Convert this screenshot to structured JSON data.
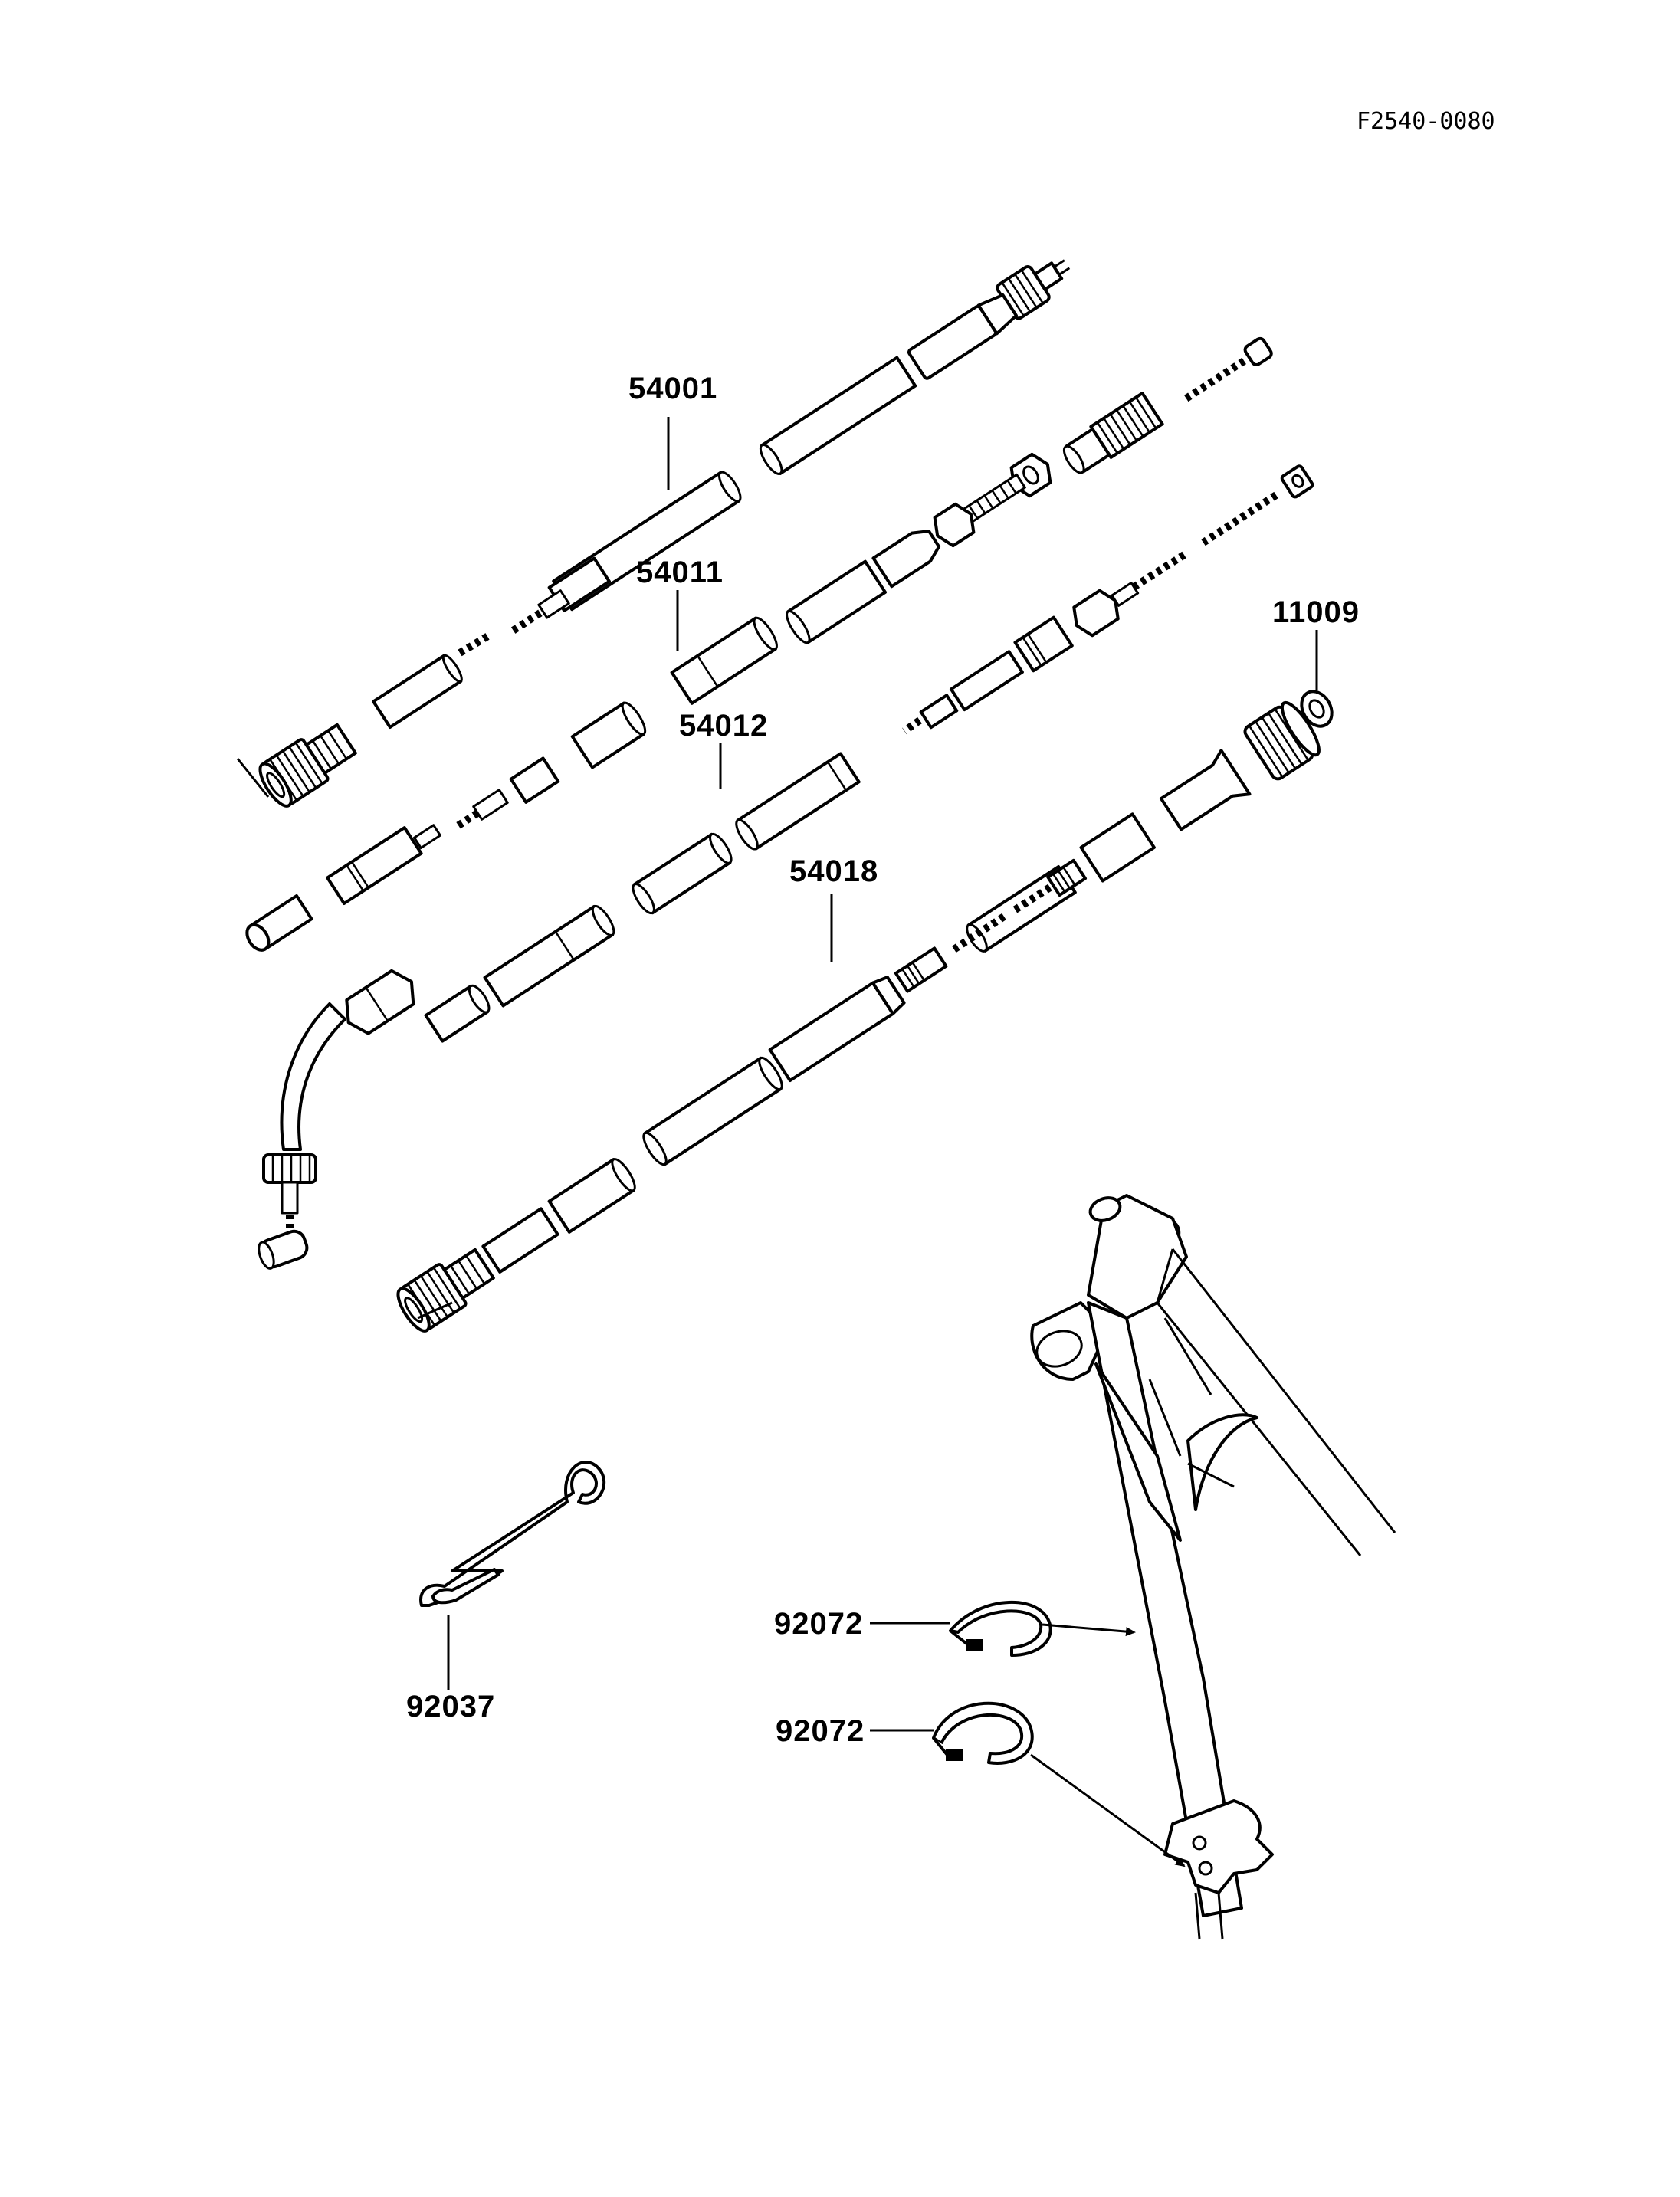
{
  "figure_code": "F2540-0080",
  "parts": [
    {
      "id": "cable-54001",
      "number": "54001"
    },
    {
      "id": "cable-54011",
      "number": "54011"
    },
    {
      "id": "cable-54012",
      "number": "54012"
    },
    {
      "id": "cable-54018",
      "number": "54018"
    },
    {
      "id": "washer-11009",
      "number": "11009"
    },
    {
      "id": "guide-92037",
      "number": "92037"
    },
    {
      "id": "clamp-92072-upper",
      "number": "92072"
    },
    {
      "id": "clamp-92072-lower",
      "number": "92072"
    }
  ],
  "colors": {
    "ink": "#000000",
    "paper": "#ffffff"
  }
}
